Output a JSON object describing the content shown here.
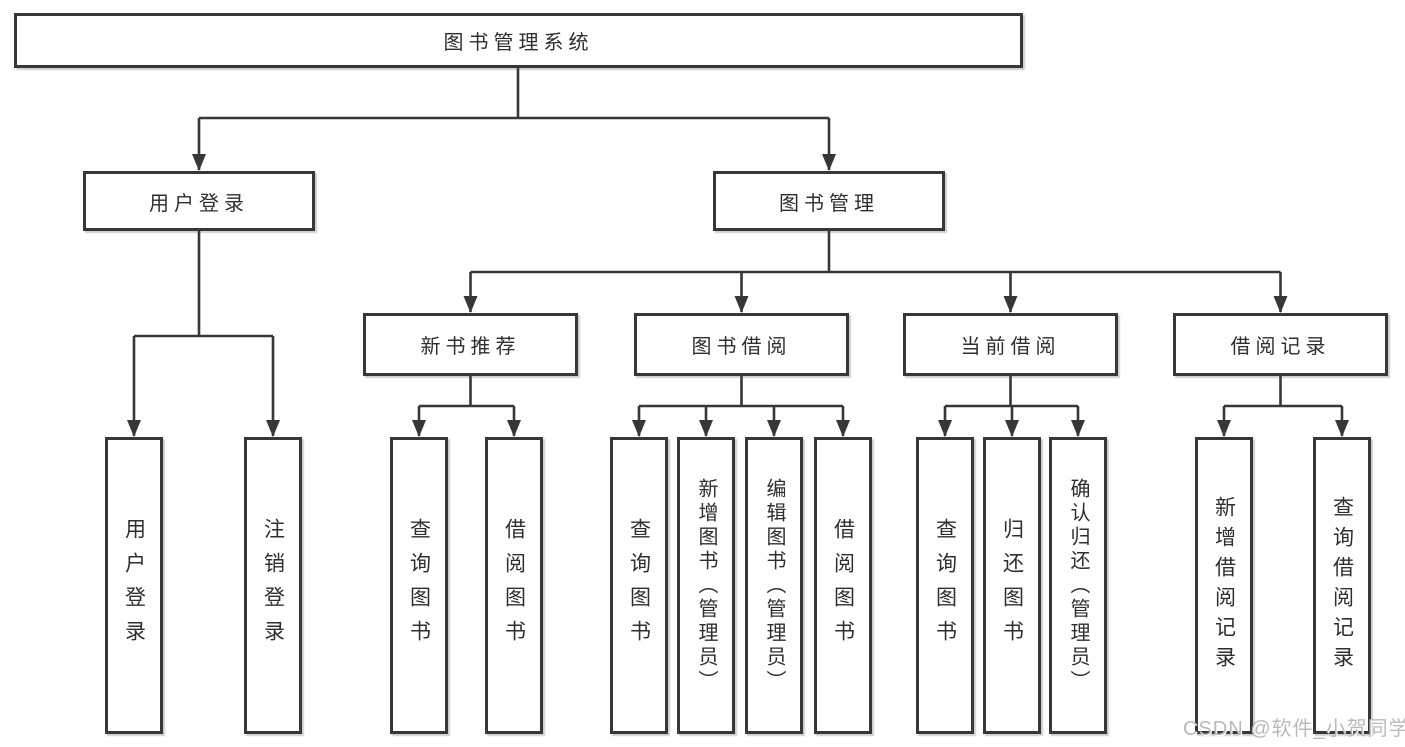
{
  "nodes": {
    "root": "图书管理系统",
    "userLogin": "用户登录",
    "bookMgmt": "图书管理",
    "newBooks": "新书推荐",
    "bookBorrow": "图书借阅",
    "currentBorrow": "当前借阅",
    "borrowRecords": "借阅记录",
    "leafUserLogin": "用户登录",
    "leafLogout": "注销登录",
    "leafNbQuery": "查询图书",
    "leafNbBorrow": "借阅图书",
    "leafBbQuery": "查询图书",
    "leafBbAdd": "新增图书（管理员）",
    "leafBbEdit": "编辑图书（管理员）",
    "leafBbBorrow": "借阅图书",
    "leafCbQuery": "查询图书",
    "leafCbReturn": "归还图书",
    "leafCbConfirm": "确认归还（管理员）",
    "leafBrAdd": "新增借阅记录",
    "leafBrQuery": "查询借阅记录"
  },
  "watermark": "CSDN @软件_小贺同学",
  "colors": {
    "line": "#373737",
    "border": "#373737",
    "text": "#2f2f2f",
    "background": "#ffffff",
    "watermark": "#b6b6b6"
  }
}
